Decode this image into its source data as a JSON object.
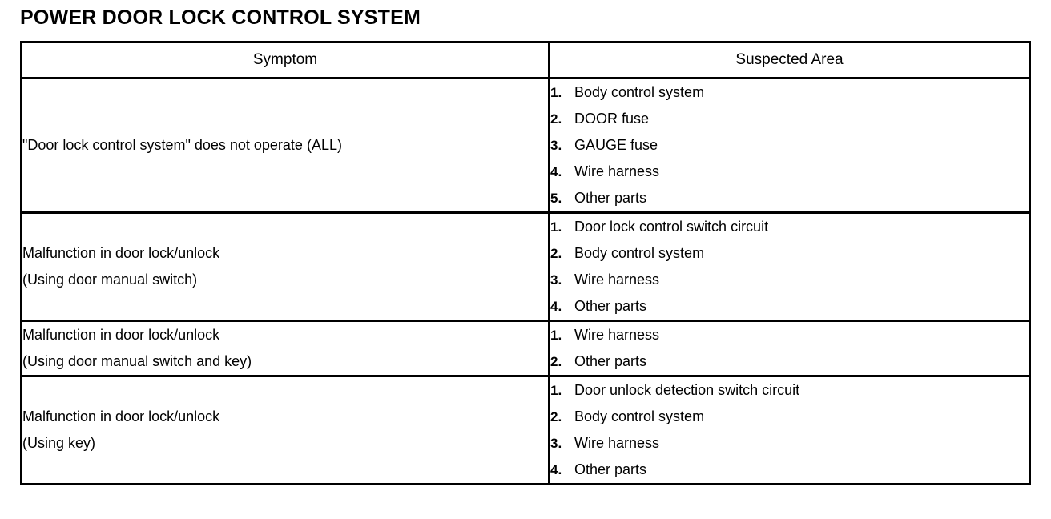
{
  "document": {
    "title": "POWER DOOR LOCK CONTROL SYSTEM"
  },
  "table": {
    "headers": {
      "symptom": "Symptom",
      "suspected_area": "Suspected Area"
    },
    "rows": [
      {
        "symptom_lines": [
          "\"Door lock control system\" does not operate (ALL)"
        ],
        "suspected_area": [
          {
            "num": "1.",
            "text": "Body control system"
          },
          {
            "num": "2.",
            "text": "DOOR fuse"
          },
          {
            "num": "3.",
            "text": "GAUGE fuse"
          },
          {
            "num": "4.",
            "text": "Wire harness"
          },
          {
            "num": "5.",
            "text": "Other parts"
          }
        ]
      },
      {
        "symptom_lines": [
          "Malfunction in door lock/unlock",
          "(Using door manual switch)"
        ],
        "suspected_area": [
          {
            "num": "1.",
            "text": "Door lock control switch circuit"
          },
          {
            "num": "2.",
            "text": "Body control system"
          },
          {
            "num": "3.",
            "text": "Wire harness"
          },
          {
            "num": "4.",
            "text": "Other parts"
          }
        ]
      },
      {
        "symptom_lines": [
          "Malfunction in door lock/unlock",
          "(Using door manual switch and key)"
        ],
        "suspected_area": [
          {
            "num": "1.",
            "text": "Wire harness"
          },
          {
            "num": "2.",
            "text": "Other parts"
          }
        ]
      },
      {
        "symptom_lines": [
          "Malfunction in door lock/unlock",
          "(Using key)"
        ],
        "suspected_area": [
          {
            "num": "1.",
            "text": "Door unlock detection switch circuit"
          },
          {
            "num": "2.",
            "text": "Body control system"
          },
          {
            "num": "3.",
            "text": "Wire harness"
          },
          {
            "num": "4.",
            "text": "Other parts"
          }
        ]
      }
    ]
  },
  "colors": {
    "background": "#ffffff",
    "text": "#000000",
    "border": "#000000"
  }
}
